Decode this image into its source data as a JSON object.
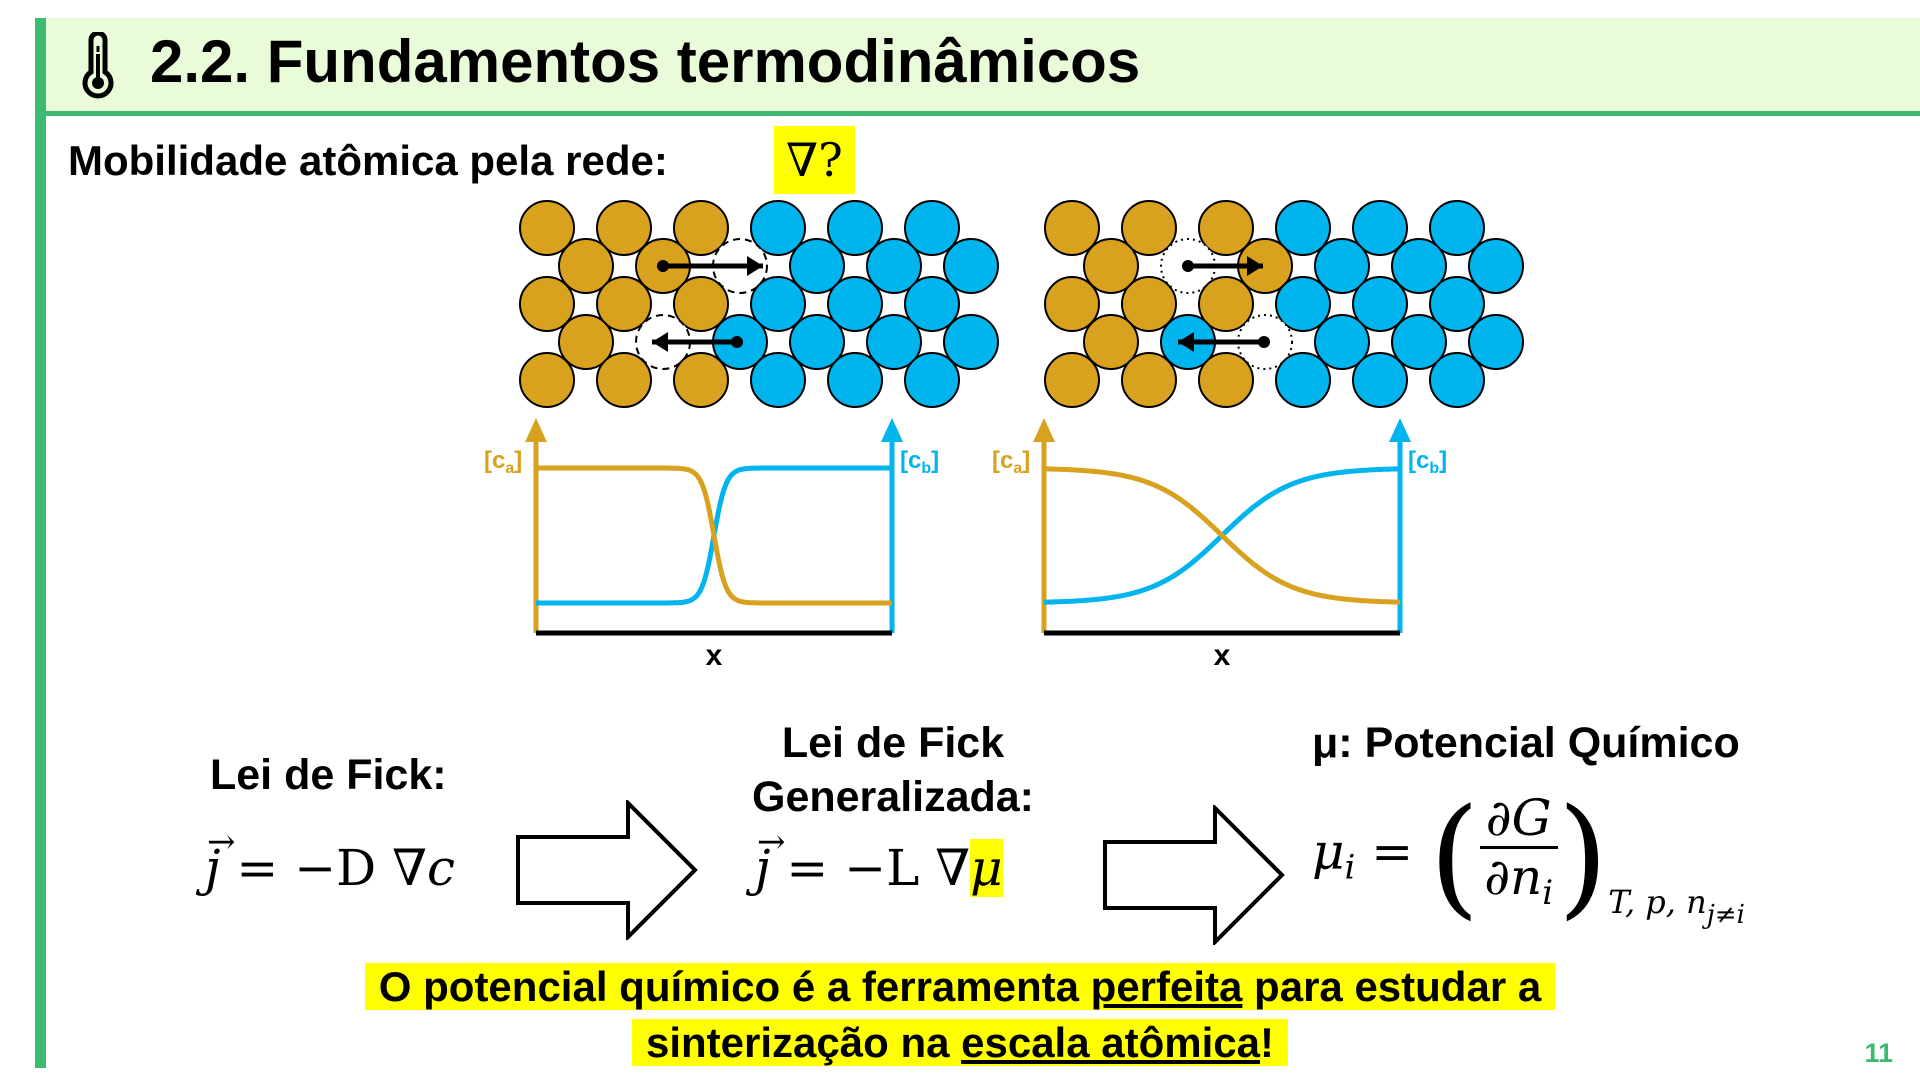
{
  "header": {
    "title": "2.2. Fundamentos termodinâmicos",
    "icon": "thermometer-icon"
  },
  "subtitle": {
    "label": "Mobilidade atômica pela rede:",
    "badge": "∇?"
  },
  "diagrams": {
    "axis_left_label_prefix": "[c",
    "axis_left_label_sub": "a",
    "axis_right_label_prefix": "[c",
    "axis_right_label_sub": "b",
    "bracket_close": "]",
    "x_label": "x"
  },
  "fick": {
    "title": "Lei de Fick:",
    "equation_j": "j",
    "equation_rest": " = −D ∇",
    "equation_var": "c"
  },
  "fick_generalized": {
    "title_line1": "Lei de Fick",
    "title_line2": "Generalizada:",
    "equation_j": "j",
    "equation_rest": " = −L ∇",
    "equation_var": "μ"
  },
  "chemical_potential": {
    "title": "μ: Potencial Químico",
    "lhs_symbol": "μ",
    "lhs_sub": "i",
    "equals": " = ",
    "num": "∂G",
    "den_symbol": "∂n",
    "den_sub": "i",
    "constraint": "T, p, n",
    "constraint_sub": "j≠i"
  },
  "conclusion": {
    "line1_a": "O potencial químico é a ferramenta ",
    "line1_u": "perfeita",
    "line1_b": " para estudar a",
    "line2_a": "sinterização na ",
    "line2_u": "escala atômica",
    "line2_b": "!"
  },
  "page_number": "11",
  "colors": {
    "accent_green": "#3dba72",
    "header_bg": "#e9fbd9",
    "atom_a": "#d8a21f",
    "atom_b": "#00b4ee",
    "highlight": "#ffff00"
  }
}
